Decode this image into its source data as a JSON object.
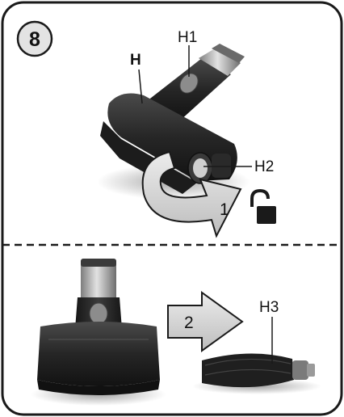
{
  "step": {
    "number": "8"
  },
  "labels": {
    "h": "H",
    "h1": "H1",
    "h2": "H2",
    "h3": "H3"
  },
  "arrows": {
    "rotate_step": "1",
    "slide_step": "2"
  },
  "icons": {
    "unlock": "unlock-padlock-icon"
  },
  "colors": {
    "frame": "#1a1a1a",
    "body_dark": "#262626",
    "body_mid": "#3a3a3a",
    "neck_metal": "#b9b9b9",
    "button_grey": "#8c8c8c",
    "arrow_fill": "#d6d6d6",
    "brush_bristle": "#1f1f1f"
  }
}
